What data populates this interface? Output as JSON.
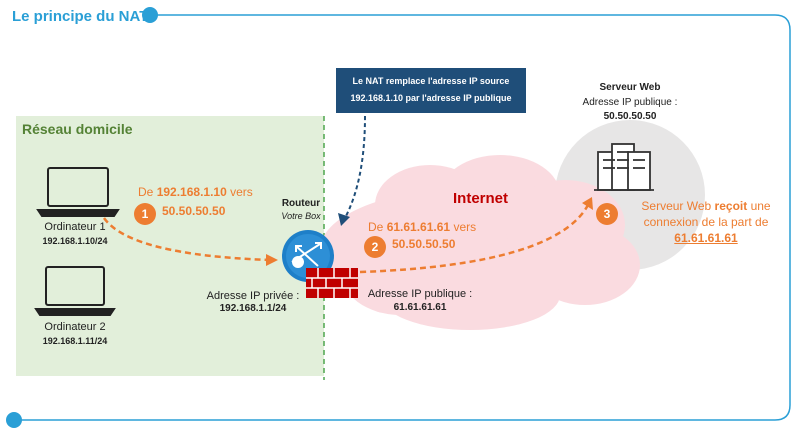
{
  "title": "Le principe du NAT",
  "home_network": {
    "label": "Réseau domicile",
    "computer1": {
      "name": "Ordinateur 1",
      "ip": "192.168.1.10/24"
    },
    "computer2": {
      "name": "Ordinateur 2",
      "ip": "192.168.1.11/24"
    }
  },
  "router": {
    "name": "Routeur",
    "subtitle": "Votre Box",
    "private_label": "Adresse IP privée :",
    "private_ip": "192.168.1.1/24",
    "public_label": "Adresse IP publique :",
    "public_ip": "61.61.61.61"
  },
  "callout": {
    "line1": "Le NAT remplace l'adresse IP source",
    "line2": "192.168.1.10 par l'adresse IP publique"
  },
  "internet_label": "Internet",
  "server": {
    "name": "Serveur Web",
    "ip_label": "Adresse IP publique :",
    "ip": "50.50.50.50"
  },
  "steps": [
    {
      "number": "1",
      "prefix": "De",
      "source": "192.168.1.10",
      "middle": "vers",
      "destination": "50.50.50.50"
    },
    {
      "number": "2",
      "prefix": "De",
      "source": "61.61.61.61",
      "middle": "vers",
      "destination": "50.50.50.50"
    },
    {
      "number": "3",
      "text_start": "Serveur Web",
      "text_bold": "reçoit",
      "text_end": "une",
      "line2": "connexion de la part de",
      "line3": "61.61.61.61"
    }
  ],
  "colors": {
    "accent": "#2a9fd6",
    "orange": "#ed7d31",
    "home_bg": "#e2efda",
    "green": "#548235",
    "cloud": "#fadbe0",
    "server_bg": "#e7e6e6",
    "callout_bg": "#1f4e79",
    "internet": "#c00000",
    "firewall": "#c00000"
  },
  "icons": [
    "laptop-icon",
    "router-icon",
    "firewall-icon",
    "server-icon"
  ]
}
